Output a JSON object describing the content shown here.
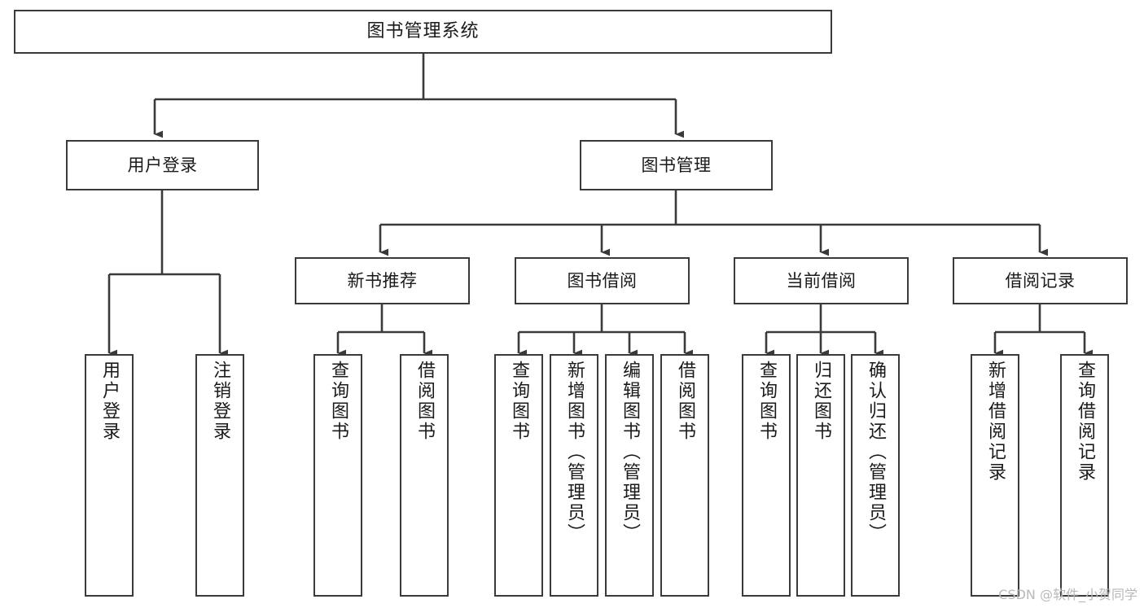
{
  "diagram": {
    "title": "图书管理系统",
    "watermark": "CSDN @软件_小贺同学",
    "stroke_color": "#3a3a3a",
    "background_color": "#ffffff",
    "text_color": "#1a1a1a",
    "watermark_color": "#b9b9b9"
  },
  "nodes": {
    "root": {
      "label": "图书管理系统"
    },
    "level1": [
      {
        "id": "user-login",
        "label": "用户登录"
      },
      {
        "id": "book-management",
        "label": "图书管理"
      }
    ],
    "level2": [
      {
        "id": "new-book-recommend",
        "label": "新书推荐"
      },
      {
        "id": "book-borrow",
        "label": "图书借阅"
      },
      {
        "id": "current-borrow",
        "label": "当前借阅"
      },
      {
        "id": "borrow-record",
        "label": "借阅记录"
      }
    ],
    "leaves": {
      "user_login": [
        {
          "id": "leaf-user-login",
          "label": "用户登录"
        },
        {
          "id": "leaf-logout",
          "label": "注销登录"
        }
      ],
      "new_book_recommend": [
        {
          "id": "leaf-query-book-1",
          "label": "查询图书"
        },
        {
          "id": "leaf-borrow-book-1",
          "label": "借阅图书"
        }
      ],
      "book_borrow": [
        {
          "id": "leaf-query-book-2",
          "label": "查询图书"
        },
        {
          "id": "leaf-add-book",
          "label": "新增图书（管理员）"
        },
        {
          "id": "leaf-edit-book",
          "label": "编辑图书（管理员）"
        },
        {
          "id": "leaf-borrow-book-2",
          "label": "借阅图书"
        }
      ],
      "current_borrow": [
        {
          "id": "leaf-query-book-3",
          "label": "查询图书"
        },
        {
          "id": "leaf-return-book",
          "label": "归还图书"
        },
        {
          "id": "leaf-confirm-return",
          "label": "确认归还（管理员）"
        }
      ],
      "borrow_record": [
        {
          "id": "leaf-add-record",
          "label": "新增借阅记录"
        },
        {
          "id": "leaf-query-record",
          "label": "查询借阅记录"
        }
      ]
    }
  }
}
